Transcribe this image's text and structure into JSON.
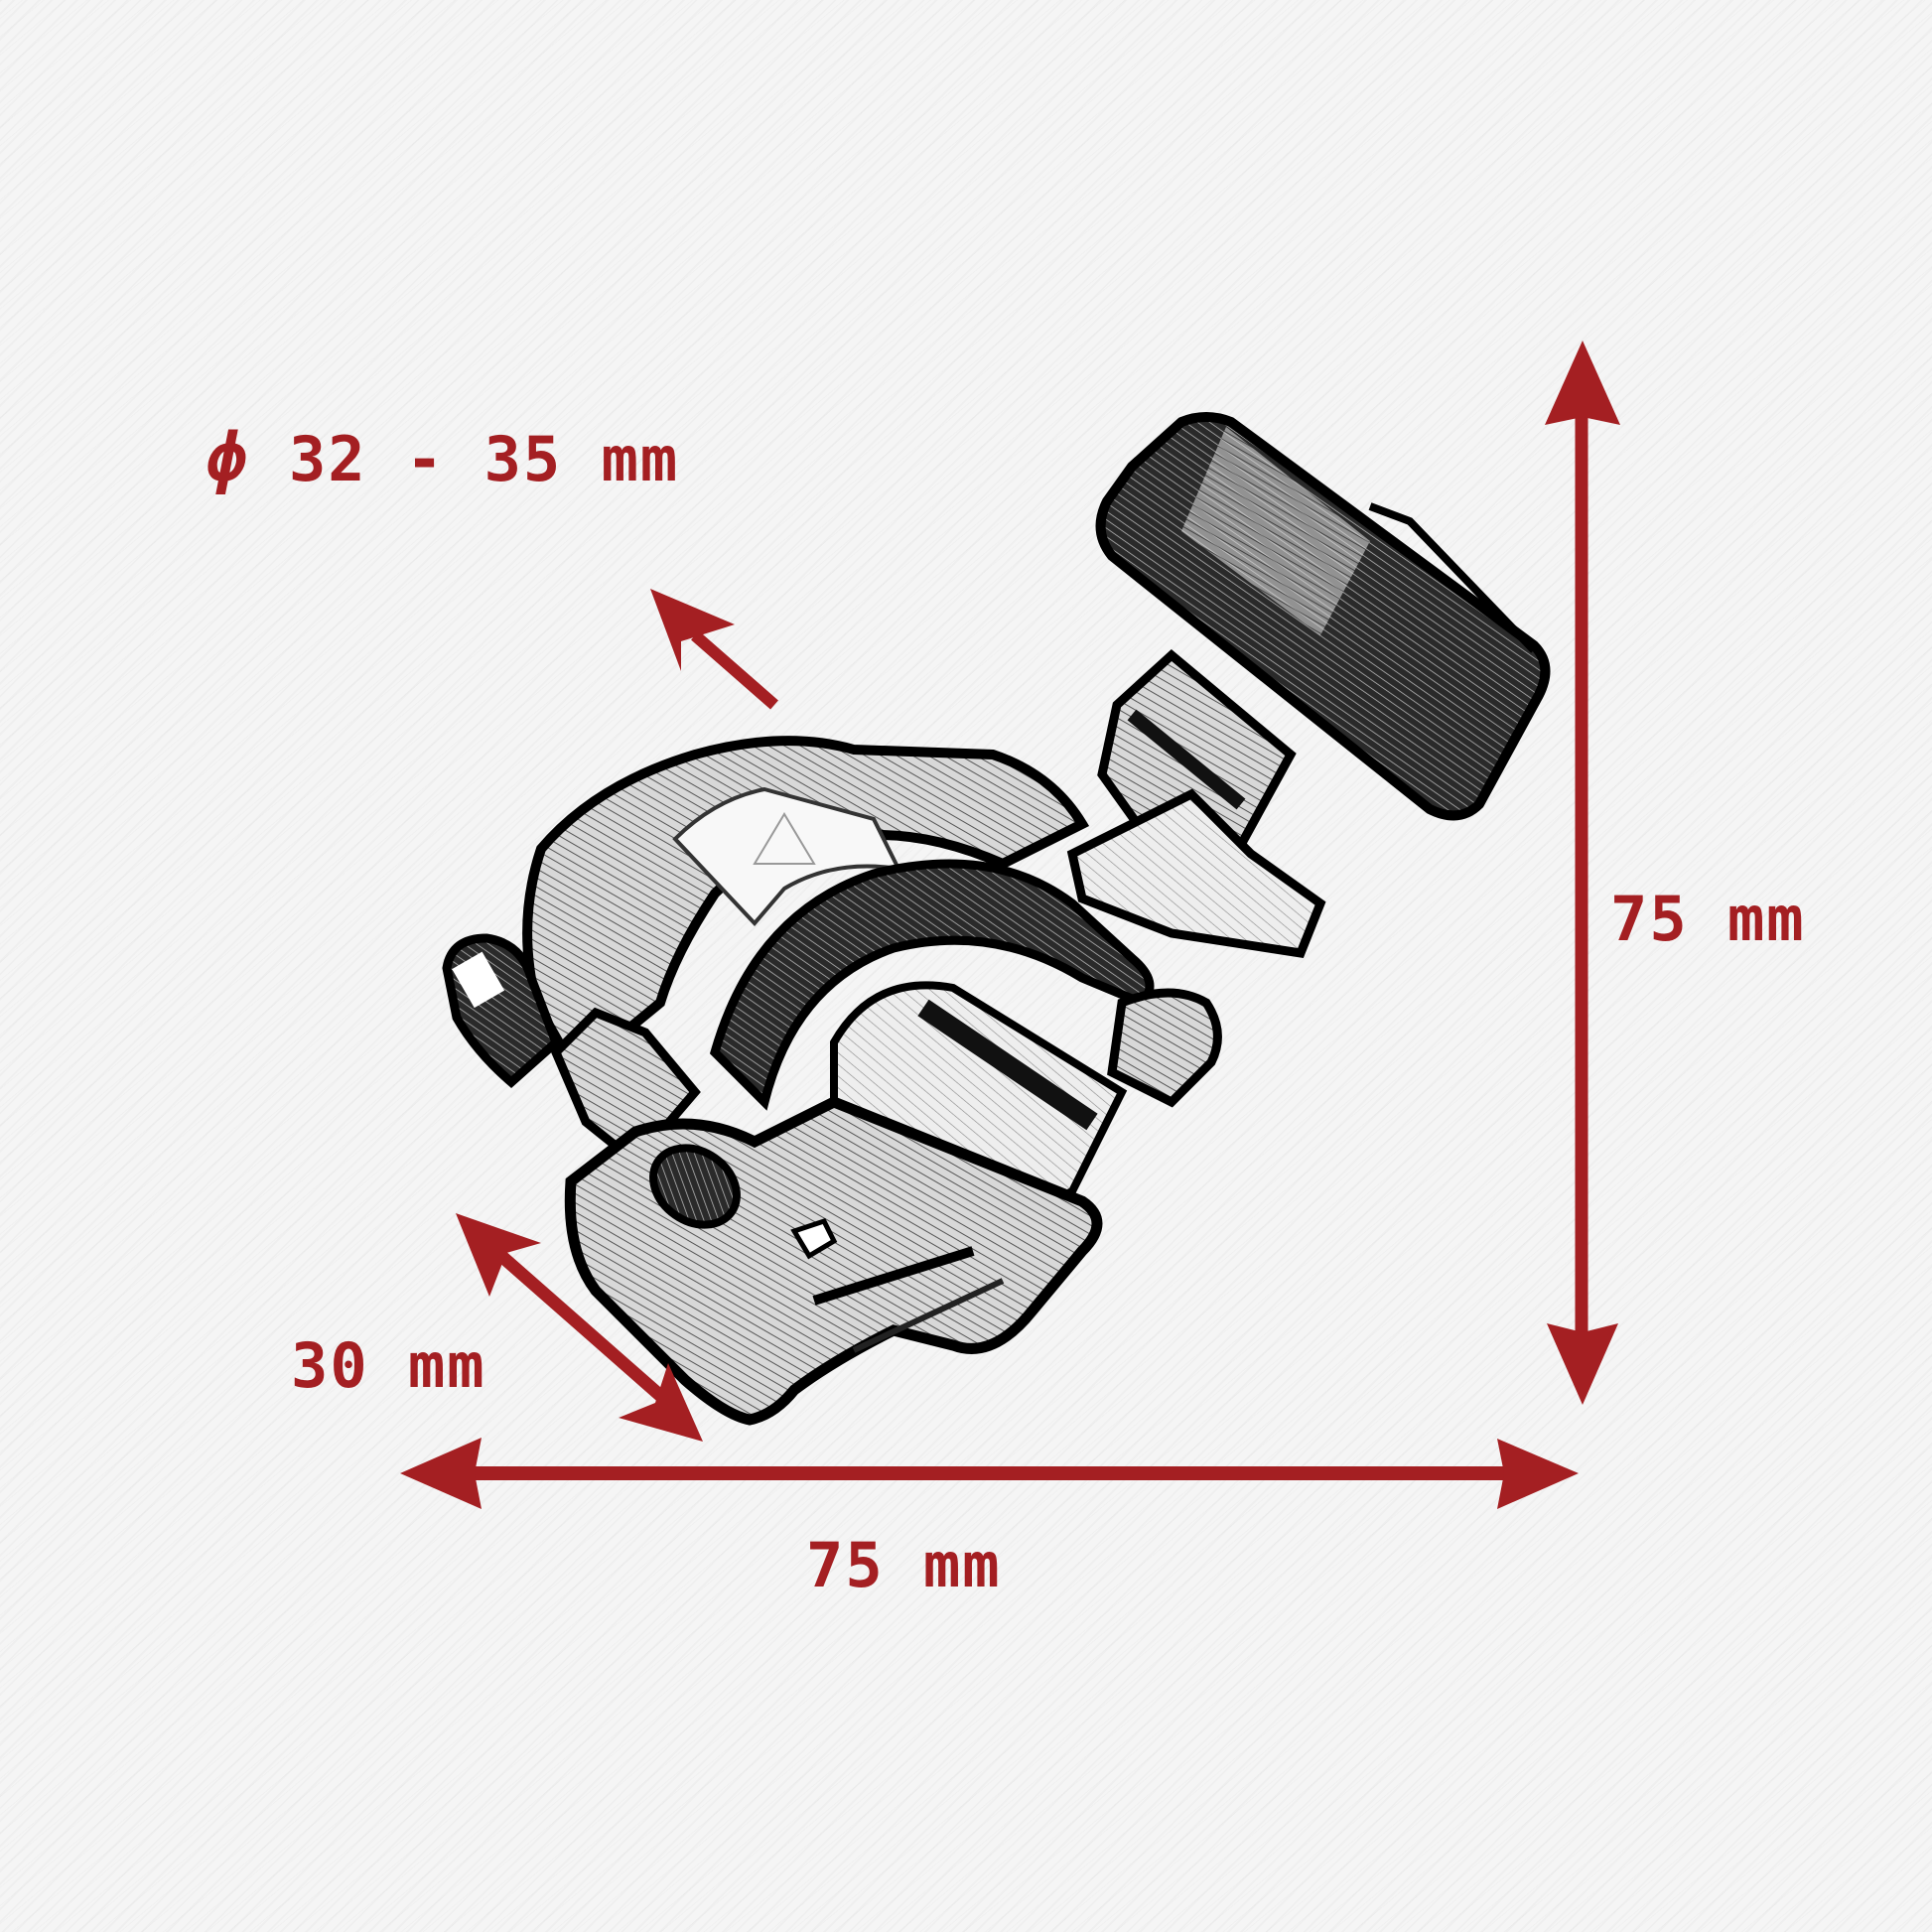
{
  "diagram": {
    "subject": "Half coupler pipe clamp with T-handle knob",
    "accent_color": "#a41f22",
    "background_color": "#f5f5f5",
    "dimensions": {
      "diameter": {
        "symbol": "ϕ",
        "value": "32 - 35 mm"
      },
      "height": {
        "value": "75 mm"
      },
      "depth": {
        "value": "30 mm"
      },
      "width": {
        "value": "75 mm"
      }
    },
    "arrows": [
      {
        "name": "diameter-arrow",
        "type": "single",
        "direction": "up-left"
      },
      {
        "name": "height-arrow",
        "type": "double",
        "direction": "vertical"
      },
      {
        "name": "depth-arrow",
        "type": "double",
        "direction": "diagonal"
      },
      {
        "name": "width-arrow",
        "type": "double",
        "direction": "horizontal"
      }
    ]
  }
}
